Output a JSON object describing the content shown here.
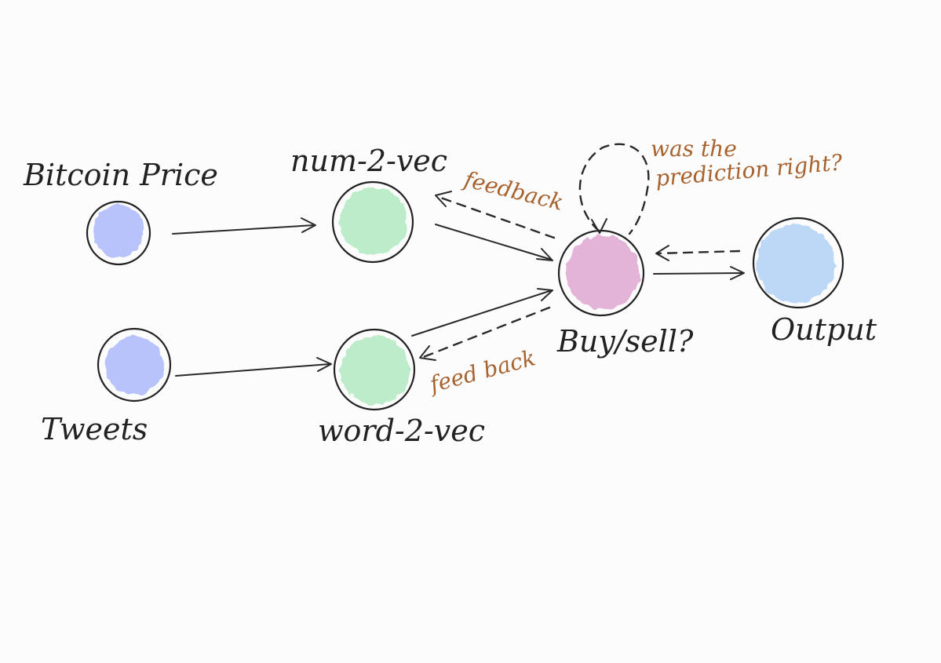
{
  "diagram": {
    "nodes": {
      "bitcoin_price": {
        "label": "Bitcoin Price",
        "fill": "#b8c3fb"
      },
      "tweets": {
        "label": "Tweets",
        "fill": "#b8c3fb"
      },
      "num2vec": {
        "label": "num-2-vec",
        "fill": "#bcecc9"
      },
      "word2vec": {
        "label": "word-2-vec",
        "fill": "#bcecc9"
      },
      "buy_sell": {
        "label": "Buy/sell?",
        "fill": "#e4b4d8"
      },
      "output": {
        "label": "Output",
        "fill": "#bcd8f6"
      }
    },
    "edges": [
      {
        "from": "Bitcoin Price",
        "to": "num-2-vec",
        "style": "solid"
      },
      {
        "from": "Tweets",
        "to": "word-2-vec",
        "style": "solid"
      },
      {
        "from": "num-2-vec",
        "to": "Buy/sell?",
        "style": "solid"
      },
      {
        "from": "word-2-vec",
        "to": "Buy/sell?",
        "style": "solid"
      },
      {
        "from": "Buy/sell?",
        "to": "Output",
        "style": "solid"
      },
      {
        "from": "Output",
        "to": "Buy/sell?",
        "style": "dashed"
      },
      {
        "from": "Buy/sell?",
        "to": "num-2-vec",
        "style": "dashed",
        "label": "feedback"
      },
      {
        "from": "Buy/sell?",
        "to": "word-2-vec",
        "style": "dashed",
        "label": "feed back"
      },
      {
        "from": "Buy/sell?",
        "to": "Buy/sell?",
        "style": "dashed",
        "label": "was the prediction right?"
      }
    ],
    "annotations": {
      "feedback_top": "feedback",
      "feedback_bottom": "feed back",
      "loop_line1": "was the",
      "loop_line2": "prediction right?"
    },
    "colors": {
      "ink": "#222222",
      "note": "#a8622e"
    }
  }
}
